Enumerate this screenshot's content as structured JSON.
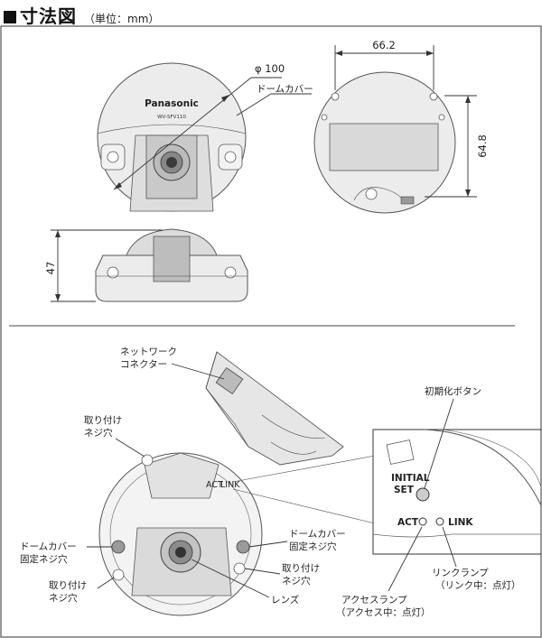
{
  "header": {
    "title": "寸法図",
    "unit_note": "（単位：mm）"
  },
  "brand": {
    "logo": "Panasonic",
    "model": "WV-SFV110"
  },
  "dimensions": {
    "diameter": "φ 100",
    "top_width": "66.2",
    "side_height": "64.8",
    "height": "47"
  },
  "labels": {
    "dome_cover": "ドームカバー",
    "network_connector_1": "ネットワーク",
    "network_connector_2": "コネクター",
    "mount_hole_top_1": "取り付け",
    "mount_hole_top_2": "ネジ穴",
    "initial_button": "初期化ボタン",
    "initial_set_1": "INITIAL",
    "initial_set_2": "SET",
    "act": "ACT",
    "link": "LINK",
    "act_small": "ACT",
    "link_small": "LINK",
    "dome_screw_left_1": "ドームカバー",
    "dome_screw_left_2": "固定ネジ穴",
    "dome_screw_right_1": "ドームカバー",
    "dome_screw_right_2": "固定ネジ穴",
    "mount_hole_right_1": "取り付け",
    "mount_hole_right_2": "ネジ穴",
    "mount_hole_left_1": "取り付け",
    "mount_hole_left_2": "ネジ穴",
    "lens": "レンズ",
    "link_lamp_1": "リンクランプ",
    "link_lamp_2": "（リンク中：点灯）",
    "access_lamp_1": "アクセスランプ",
    "access_lamp_2": "（アクセス中：点灯）"
  }
}
